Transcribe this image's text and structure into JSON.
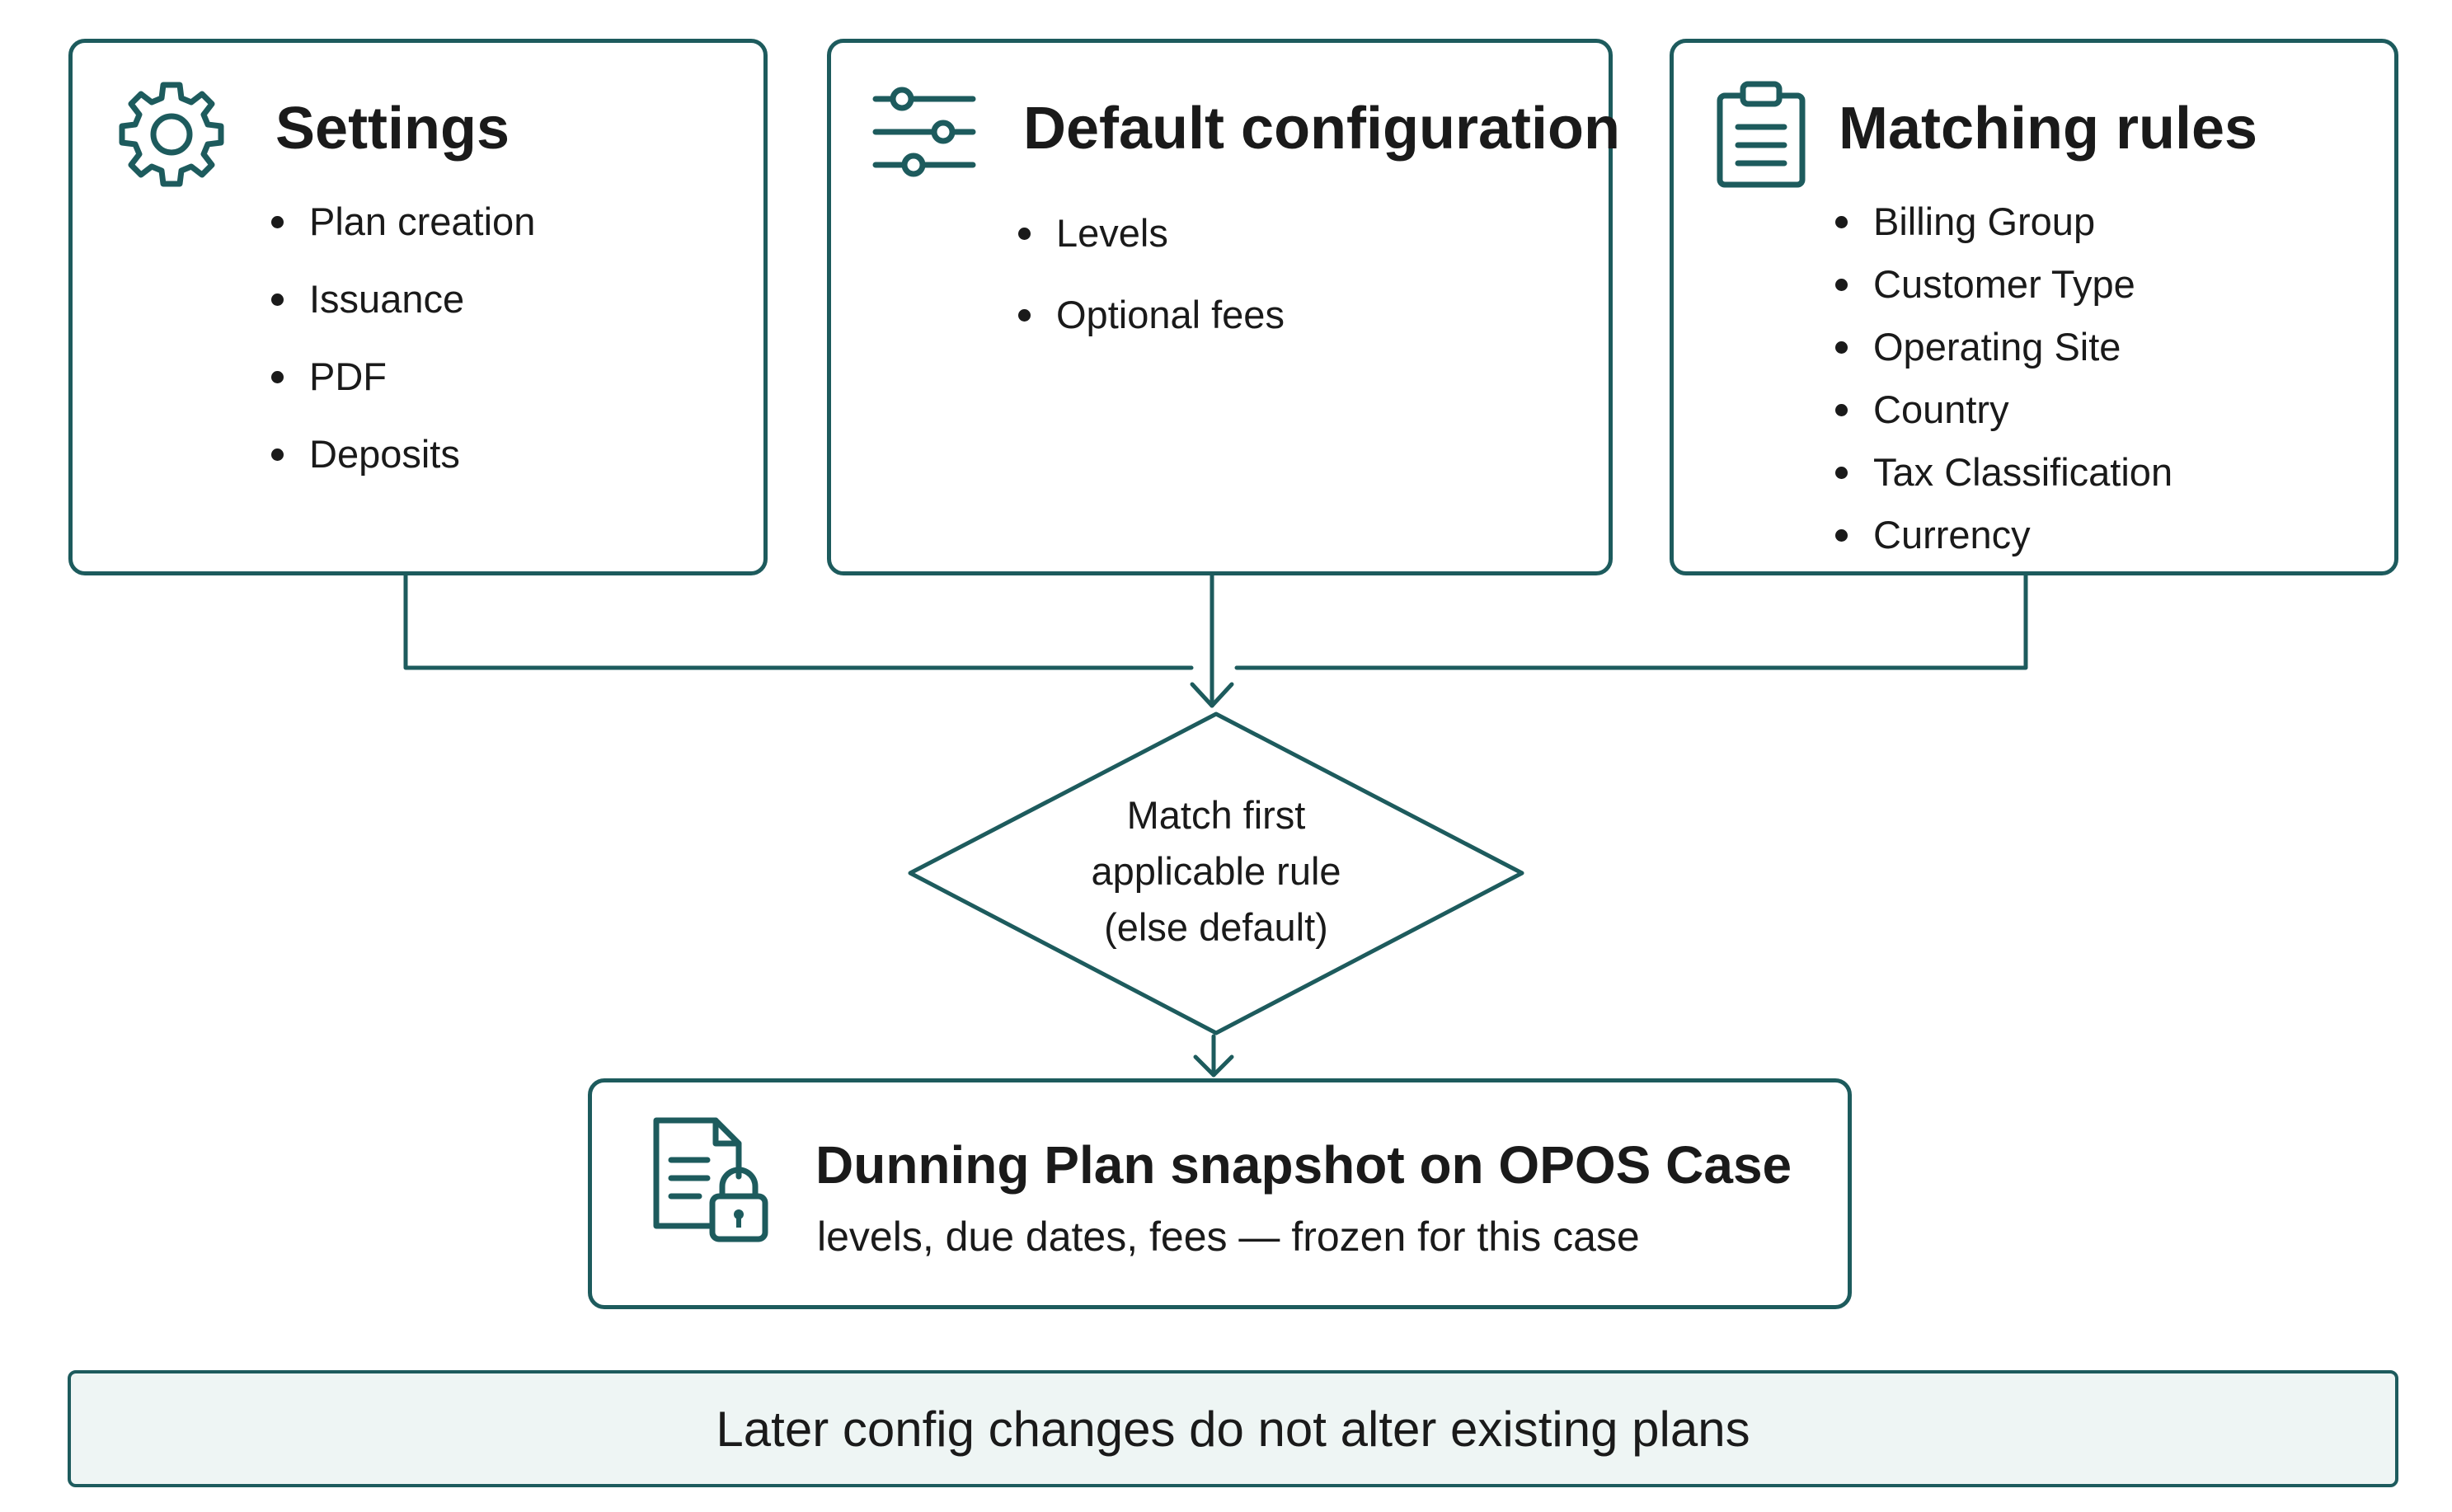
{
  "colors": {
    "accent": "#1d5b5d",
    "text": "#1a1a1a",
    "footer_bg": "#eef5f4",
    "background": "#ffffff"
  },
  "settings": {
    "icon": "gear-icon",
    "title": "Settings",
    "items": [
      "Plan creation",
      "Issuance",
      "PDF",
      "Deposits"
    ]
  },
  "default_config": {
    "icon": "sliders-icon",
    "title": "Default configuration",
    "items": [
      "Levels",
      "Optional fees"
    ]
  },
  "matching_rules": {
    "icon": "clipboard-icon",
    "title": "Matching rules",
    "items": [
      "Billing Group",
      "Customer Type",
      "Operating Site",
      "Country",
      "Tax Classification",
      "Currency"
    ]
  },
  "decision": {
    "lines": [
      "Match first",
      "applicable rule",
      "(else default)"
    ]
  },
  "snapshot": {
    "icon": "locked-document-icon",
    "title": "Dunning Plan snapshot on OPOS Case",
    "subtitle": "levels, due dates, fees — frozen for this case"
  },
  "footer": {
    "text": "Later config changes do not alter existing plans"
  }
}
